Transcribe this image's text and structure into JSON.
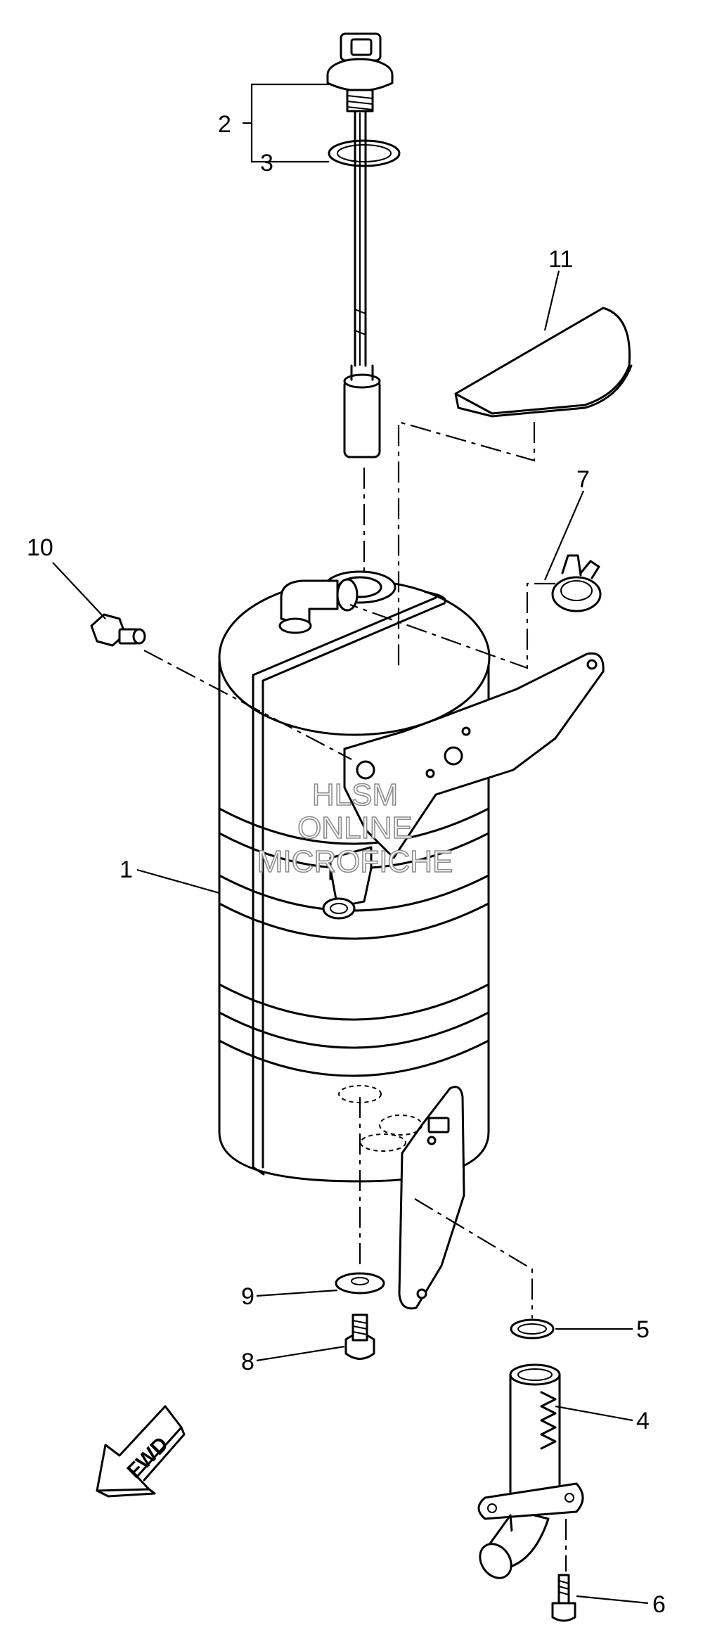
{
  "diagram": {
    "callouts": [
      {
        "id": "c1",
        "text": "1"
      },
      {
        "id": "c2",
        "text": "2"
      },
      {
        "id": "c3",
        "text": "3"
      },
      {
        "id": "c4",
        "text": "4"
      },
      {
        "id": "c5",
        "text": "5"
      },
      {
        "id": "c6",
        "text": "6"
      },
      {
        "id": "c7",
        "text": "7"
      },
      {
        "id": "c8",
        "text": "8"
      },
      {
        "id": "c9",
        "text": "9"
      },
      {
        "id": "c10",
        "text": "10"
      },
      {
        "id": "c11",
        "text": "11"
      }
    ],
    "direction_arrow": "FWD",
    "watermark": [
      "HLSM",
      "ONLINE",
      "MICROFICHE"
    ]
  }
}
